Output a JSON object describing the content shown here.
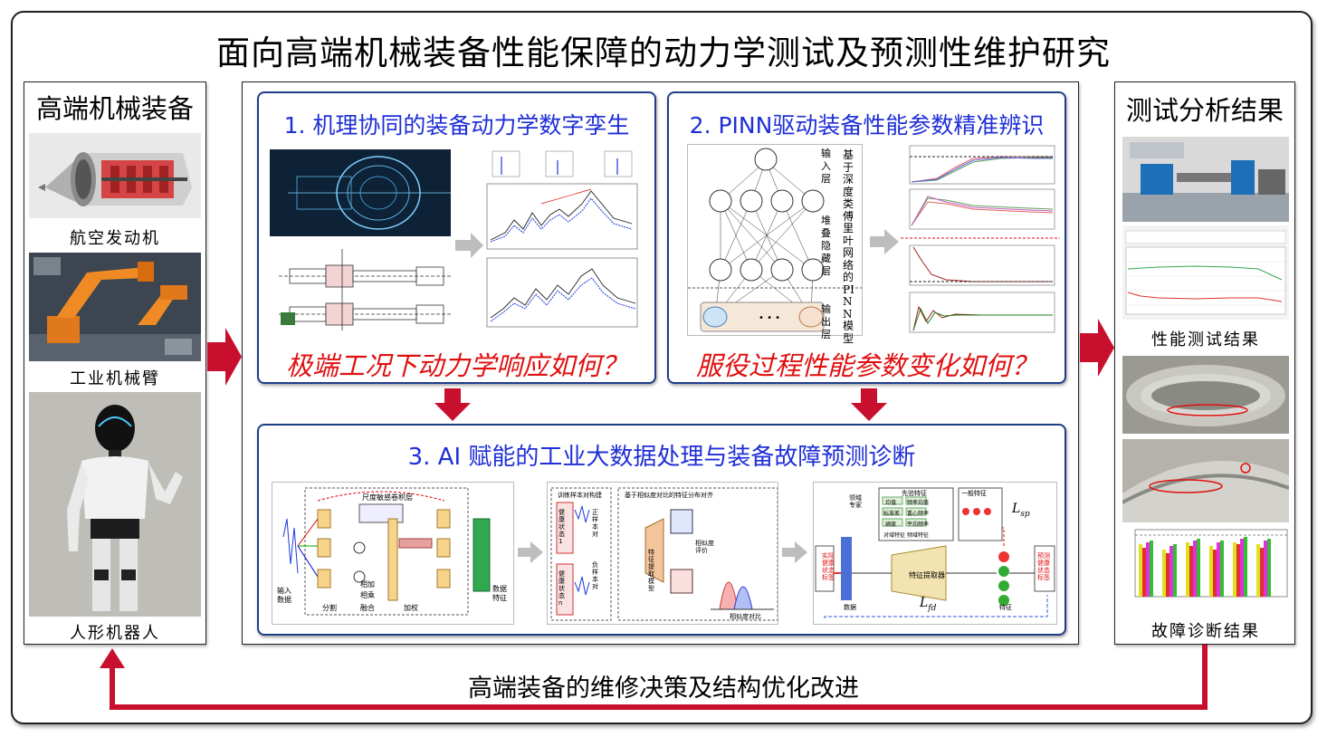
{
  "title": "面向高端机械装备性能保障的动力学测试及预测性维护研究",
  "left_panel": {
    "title": "高端机械装备",
    "items": [
      {
        "caption": "航空发动机"
      },
      {
        "caption": "工业机械臂"
      },
      {
        "caption": "人形机器人"
      }
    ]
  },
  "methods": [
    {
      "title": "1. 机理协同的装备动力学数字孪生",
      "question": "极端工况下动力学响应如何？"
    },
    {
      "title": "2. PINN驱动装备性能参数精准辨识",
      "question": "服役过程性能参数变化如何？",
      "layers": {
        "input": "输入层",
        "hidden": "堆叠隐藏层",
        "output": "输出层"
      },
      "side_label": "基于深度类傅里叶网络的PINN模型"
    },
    {
      "title": "3. AI 赋能的工业大数据处理与装备故障预测诊断",
      "fig_labels": {
        "conv": "尺度敏感卷积层",
        "input": "输入数据",
        "split": "分割",
        "fuse": "融合",
        "weight": "加权",
        "add": "相加",
        "mul": "相乘",
        "data_feature": "数据特征",
        "train_pairs": "训练样本对构建",
        "healthy_1": "健康状态1",
        "healthy_n": "健康状态n",
        "pos_pair": "正样本对",
        "neg_pair": "负样本对",
        "feat_model": "特征提取模型",
        "align": "基于相似度对比的特征分布对齐",
        "sim_eval": "相似度评价",
        "sim_contrast": "相似度对比",
        "expert": "领域专家",
        "prior": "先验特征",
        "general": "一般特征",
        "mean": "均值",
        "std": "标准差",
        "kurt": "峭度",
        "energy": "频率均值",
        "freq_center": "重心频率",
        "freq_mean": "平均频率",
        "time_feat": "对域特征",
        "freq_feat": "频域特征",
        "actual": "实际健康状态标签",
        "extractor": "特征提取器",
        "data": "数据",
        "feature": "特征",
        "pred": "预测健康状态标签",
        "lsp": "L",
        "lsp_sub": "sp",
        "lfd": "L",
        "lfd_sub": "fd"
      }
    }
  ],
  "right_panel": {
    "title": "测试分析结果",
    "perf_caption": "性能测试结果",
    "diag_caption": "故障诊断结果"
  },
  "bottom_text": "高端装备的维修决策及结构优化改进",
  "colors": {
    "arrow": "#c8102e",
    "method_title": "#1f2fd6",
    "question": "#e01010",
    "box_border": "#1f3e8a"
  }
}
